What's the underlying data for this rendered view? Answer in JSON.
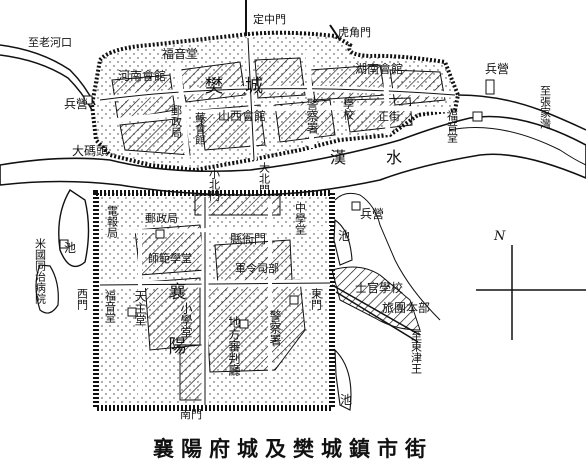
{
  "caption": "襄陽府城及樊城鎮市街",
  "labels": {
    "ding_zhong_men": "定中門",
    "hu_jiao_men": "虎角門",
    "zhi_laohekou": "至老河口",
    "fuyin_tang_fancheng": "福音堂",
    "huguang_huiguan": "湖南會館",
    "henan_huiguan": "河南會館",
    "fan_cheng": "樊城",
    "bingying_left": "兵營",
    "youzheng_ju_fancheng": "郵政局",
    "su_huiguan": "蘇會館",
    "shanxi_huiguan": "山西會館",
    "jingcha_shu_fancheng": "警察署",
    "xuexiao_fancheng": "學校",
    "zheng_jie": "正街",
    "fuyin_tang_right": "福音堂",
    "bingying_right": "兵營",
    "zhi_zhangjiawan": "至張家灣",
    "da_matou": "大碼頭",
    "han_shui": "漢水",
    "xiao_bei_men": "小北門",
    "da_bei_men": "大北門",
    "dianbao_ju": "電報局",
    "youzheng_ju": "郵政局",
    "zhongxue_tang": "中學堂",
    "bingying_east": "兵營",
    "chi_west": "池",
    "chi_east": "池",
    "xian_yamen": "縣衙門",
    "shifan_xuetang": "師範學堂",
    "junling_si": "軍令司部",
    "xi_men": "西門",
    "fuyin_tang_city": "福音堂",
    "mi_guo_tongzhi_bingyuan": "米國同治病院",
    "tianzhu_tang": "天主堂",
    "xiang_yang": "襄陽",
    "xiaoxue_tang": "小學堂",
    "jingcha_shu": "警察署",
    "difang_shenpanting": "地方審判廳",
    "dong_men": "東門",
    "shiguan_xuexiao": "士官學校",
    "lvtuan_benbu": "旅團本部",
    "zhi_dongjin_wang": "至東津王",
    "nan_men": "南門",
    "chi_south": "池",
    "compass_n": "N"
  },
  "colors": {
    "ink": "#111111",
    "paper": "#ffffff"
  }
}
